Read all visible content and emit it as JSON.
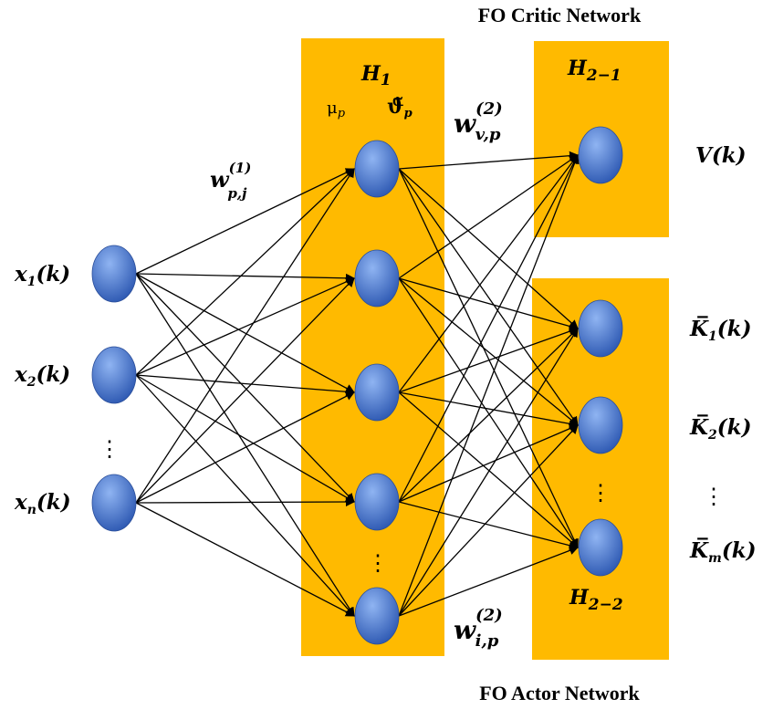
{
  "colors": {
    "panel": "#FFBA00",
    "node_light": "#8FB4F2",
    "node_dark": "#2F5AB3",
    "edge": "#000000",
    "background": "#FFFFFF"
  },
  "titles": {
    "critic": "FO Critic Network",
    "actor": "FO Actor Network"
  },
  "panels": {
    "hidden1": {
      "name": "H",
      "sub": "1",
      "mu": "μ",
      "mu_sub": "p",
      "nu": "ϑ̃",
      "nu_sub": "p"
    },
    "hidden2_1": {
      "name": "H",
      "sub": "2−1"
    },
    "hidden2_2": {
      "name": "H",
      "sub": "2−2"
    }
  },
  "inputs": [
    {
      "base": "x",
      "sub": "1",
      "arg": "(k)"
    },
    {
      "base": "x",
      "sub": "2",
      "arg": "(k)"
    },
    {
      "base": "x",
      "sub": "n",
      "arg": "(k)"
    }
  ],
  "outputs": {
    "critic": {
      "base": "V",
      "arg": "(k)"
    },
    "actor": [
      {
        "base": "K̅",
        "sub": "1",
        "arg": "(k)"
      },
      {
        "base": "K̅",
        "sub": "2",
        "arg": "(k)"
      },
      {
        "base": "K̅",
        "sub": "m",
        "arg": "(k)"
      }
    ]
  },
  "weights": {
    "w1": {
      "base": "w",
      "sup": "(1)",
      "sub": "p,j"
    },
    "w2v": {
      "base": "w",
      "sup": "(2)",
      "sub": "v,p"
    },
    "w2i": {
      "base": "w",
      "sup": "(2)",
      "sub": "i,p"
    }
  },
  "ellipsis": "⋮"
}
